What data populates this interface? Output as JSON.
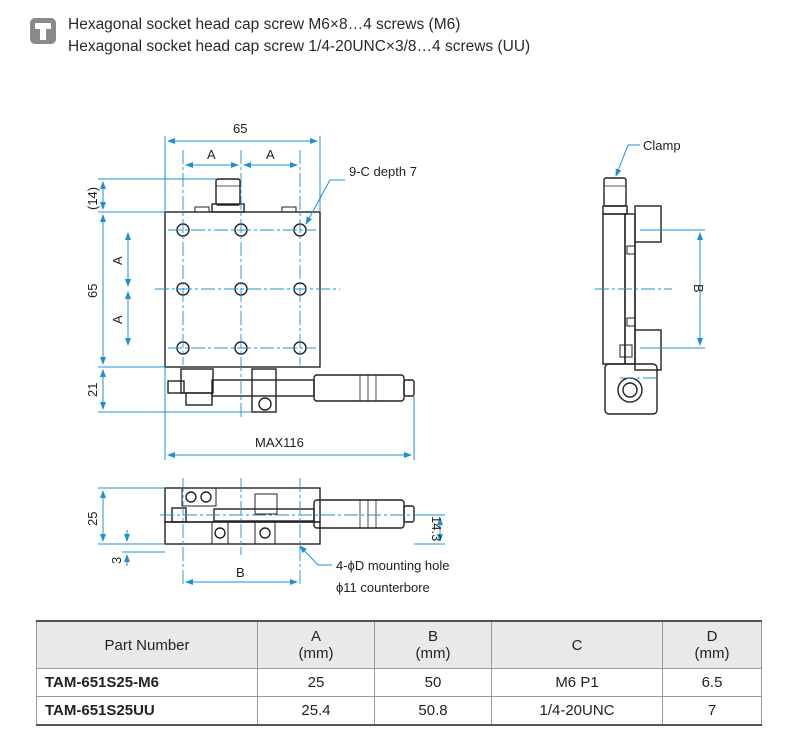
{
  "note": {
    "icon": "stage-icon",
    "lines": [
      "Hexagonal socket head cap screw M6×8…4 screws (M6)",
      "Hexagonal socket head cap screw 1/4-20UNC×3/8…4 screws (UU)"
    ]
  },
  "drawing": {
    "dim_65_top": "65",
    "dim_a_left": "A",
    "dim_a_right": "A",
    "label_tapped": "9-C depth 7",
    "dim_14": "(14)",
    "dim_65_left": "65",
    "dim_a_v1": "A",
    "dim_a_v2": "A",
    "dim_21": "21",
    "dim_max116": "MAX116",
    "label_clamp": "Clamp",
    "dim_b_right": "B",
    "dim_25": "25",
    "dim_3": "3",
    "dim_14_3": "14.3",
    "dim_b_bottom": "B",
    "label_mount": "4-ϕD mounting hole",
    "label_counterbore": "ϕ11 counterbore",
    "dim_color": "#1e90d6"
  },
  "table": {
    "headers": [
      {
        "line1": "Part Number",
        "line2": ""
      },
      {
        "line1": "A",
        "line2": "(mm)"
      },
      {
        "line1": "B",
        "line2": "(mm)"
      },
      {
        "line1": "C",
        "line2": ""
      },
      {
        "line1": "D",
        "line2": "(mm)"
      }
    ],
    "rows": [
      {
        "part": "TAM-651S25-M6",
        "a": "25",
        "b": "50",
        "c": "M6 P1",
        "d": "6.5"
      },
      {
        "part": "TAM-651S25UU",
        "a": "25.4",
        "b": "50.8",
        "c": "1/4-20UNC",
        "d": "7"
      }
    ]
  }
}
